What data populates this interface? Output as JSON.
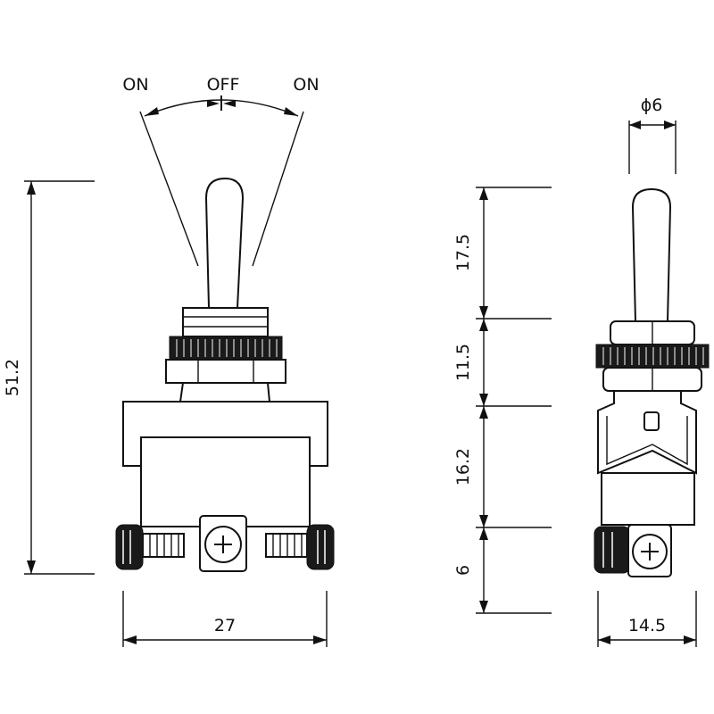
{
  "labels": {
    "pos_left": "ON",
    "pos_center": "OFF",
    "pos_right": "ON",
    "dim_width": "27",
    "dim_height": "51.2",
    "dim_diameter": "ϕ6",
    "dim_seg_1": "17.5",
    "dim_seg_2": "11.5",
    "dim_seg_3": "16.2",
    "dim_seg_4": "6",
    "dim_side_width": "14.5"
  },
  "colors": {
    "ink": "#111111",
    "background": "#ffffff"
  }
}
